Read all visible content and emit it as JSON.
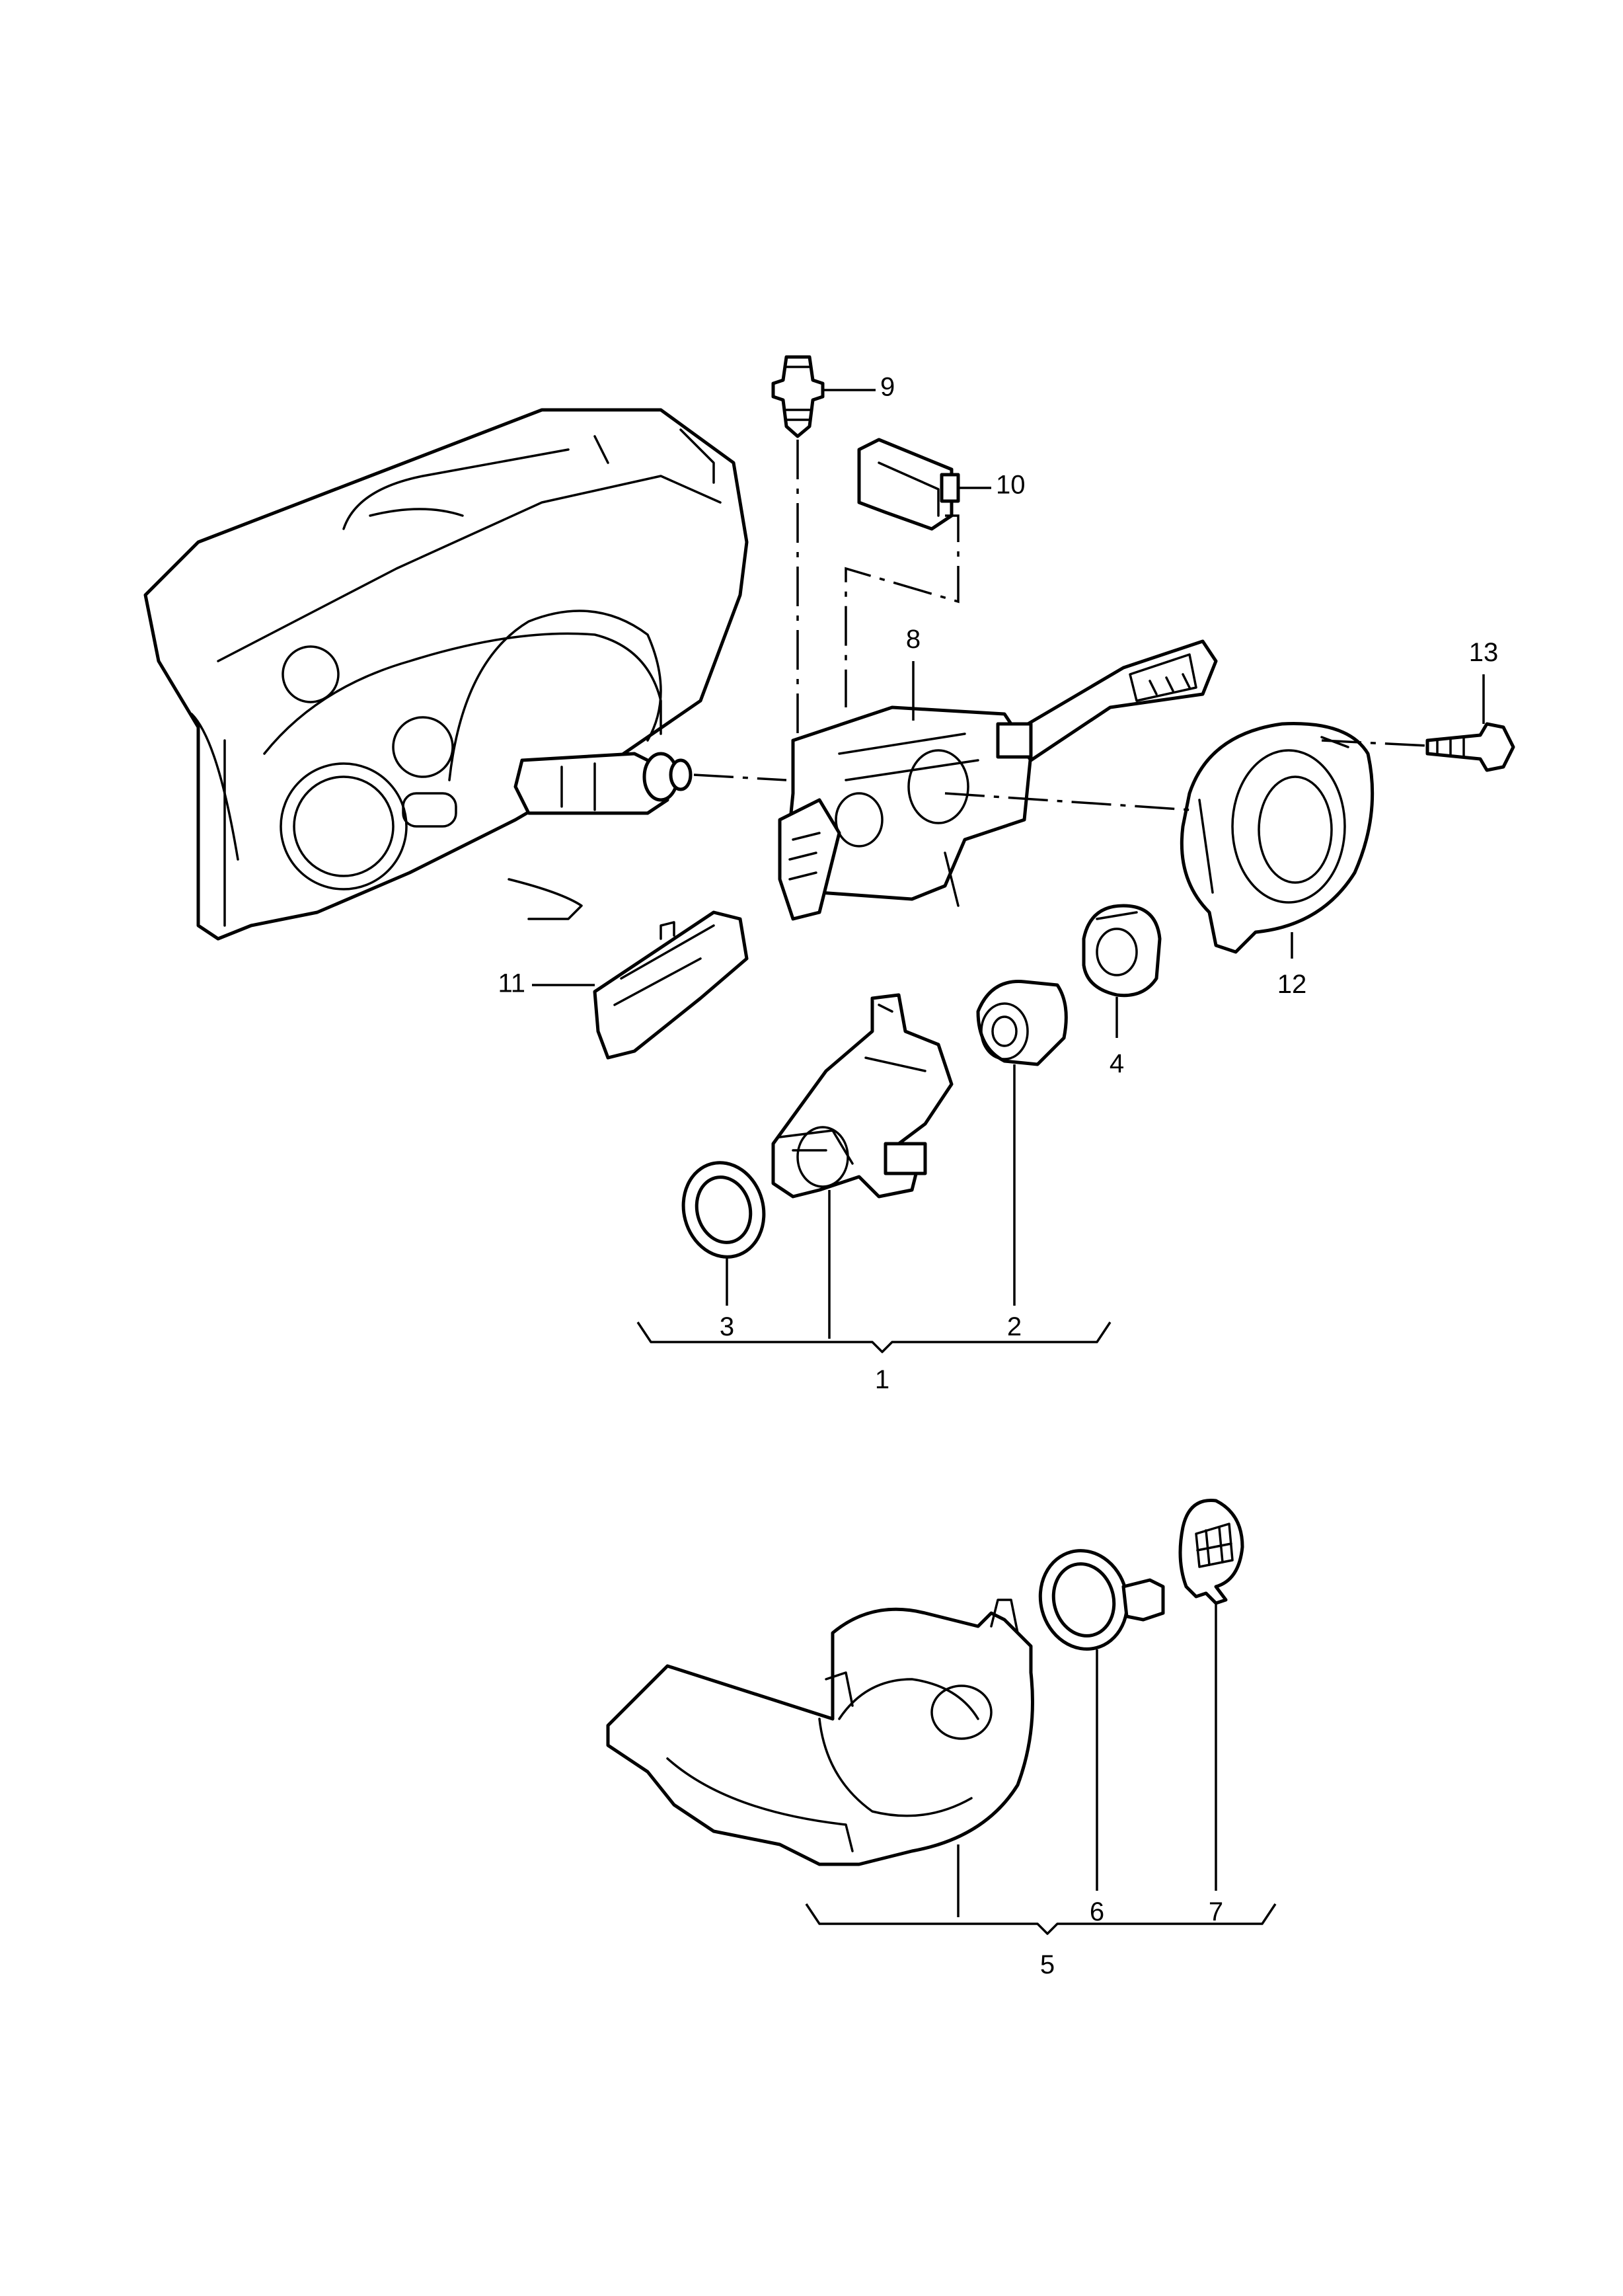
{
  "diagram": {
    "labels": [
      "1",
      "2",
      "3",
      "4",
      "5",
      "6",
      "7",
      "8",
      "9",
      "10",
      "11",
      "12",
      "13"
    ]
  },
  "icons": [
    "dashboard-illustration",
    "combination-switch",
    "ignition-lock-housing",
    "lock-cylinder",
    "trim-ring",
    "clock-spring",
    "steering-column-trim",
    "reading-coil",
    "ring-antenna",
    "screw",
    "connector",
    "bulb-holder",
    "spring-clip",
    "button-cap"
  ],
  "colors": {
    "line": "#000000",
    "background": "#ffffff"
  }
}
